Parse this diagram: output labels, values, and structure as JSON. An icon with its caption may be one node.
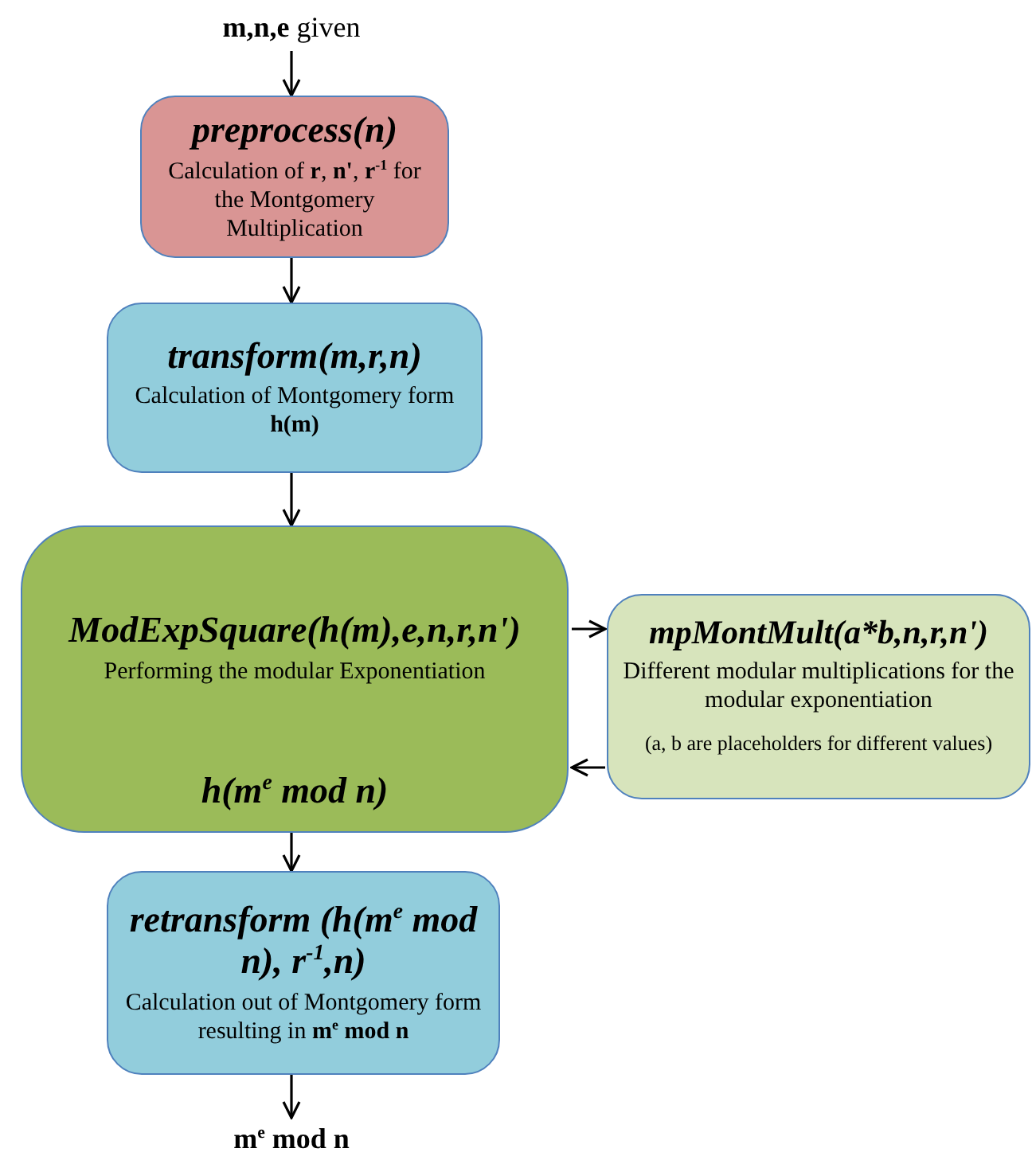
{
  "diagram": {
    "nodes": [
      {
        "text": [
          "**m,n,e** given"
        ]
      },
      {
        "text": [
          "preprocess(n)",
          "Calculation of **r**, **n'**, **r$^{-1}$** for the Montgomery Multiplication"
        ]
      },
      {
        "text": [
          "transform(m,r,n)",
          "Calculation of Montgomery form **h(m)**"
        ]
      },
      {
        "text": [
          "ModExpSquare(h(m),e,n,r,n')",
          "Performing the modular Exponentiation",
          "h(m$^{e}$ mod n)"
        ]
      },
      {
        "text": [
          "mpMontMult(a*b,n,r,n')",
          "Different modular multiplications for the modular exponentiation",
          "(a, b are placeholders for different values)"
        ]
      },
      {
        "text": [
          "retransform (h(m$^{e}$ mod n), r$^{-1}$,n)",
          "Calculation out of Montgomery form resulting in **m$^{e}$ mod n**"
        ]
      },
      {
        "text": [
          "m$^{e}$ mod n"
        ]
      }
    ],
    "edges": [
      {
        "from": 0,
        "to": 1,
        "arrow": "to"
      },
      {
        "from": 1,
        "to": 2,
        "arrow": "to"
      },
      {
        "from": 2,
        "to": 3,
        "arrow": "to"
      },
      {
        "from": 3,
        "to": 4,
        "arrow": "to"
      },
      {
        "from": 4,
        "to": 3,
        "arrow": "to"
      },
      {
        "from": 3,
        "to": 5,
        "arrow": "to"
      },
      {
        "from": 5,
        "to": 6,
        "arrow": "to"
      }
    ]
  }
}
